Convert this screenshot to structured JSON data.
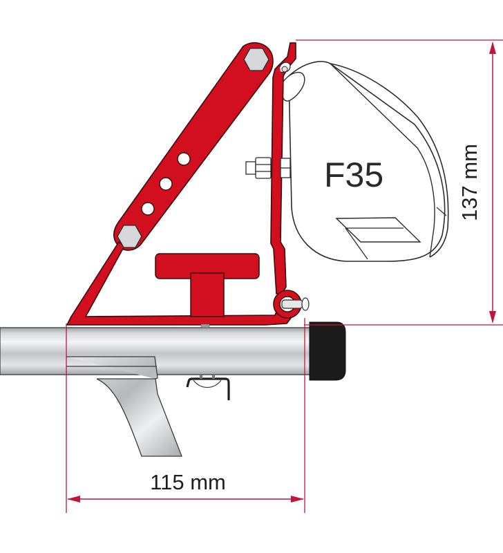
{
  "diagram": {
    "type": "technical-dimension-drawing",
    "model_label": "F35",
    "dimensions": {
      "height": {
        "value": 137,
        "unit": "mm",
        "label": "137 mm",
        "orientation": "vertical"
      },
      "width": {
        "value": 115,
        "unit": "mm",
        "label": "115 mm",
        "orientation": "horizontal"
      }
    },
    "parts": [
      {
        "name": "bracket",
        "color": "#d10f1e"
      },
      {
        "name": "awning-housing",
        "color": "#ffffff"
      },
      {
        "name": "roof-rail-tube",
        "color": "#c4c7ca"
      },
      {
        "name": "rail-end-cap",
        "color": "#1a1a1a"
      },
      {
        "name": "rail-support-foot",
        "color": "#c9cbcd"
      },
      {
        "name": "clamp-knob",
        "color": "#d10f1e"
      }
    ],
    "colors": {
      "dimension_line": "#c4143c",
      "bracket_red": "#d10f1e",
      "outline": "#2b2b2b",
      "hex_bolt": "#d6d7d9",
      "background": "#ffffff"
    }
  }
}
